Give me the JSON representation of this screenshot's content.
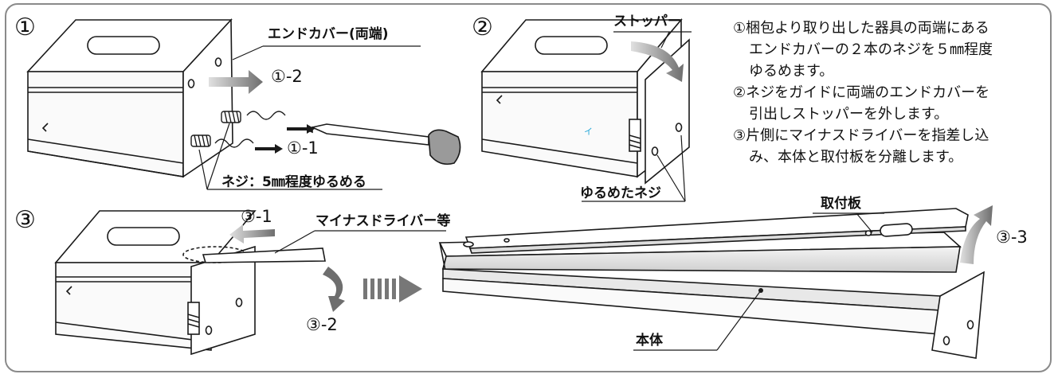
{
  "steps": {
    "s1": "①",
    "s2": "②",
    "s3": "③"
  },
  "labels": {
    "end_cover": "エンドカバー(両端)",
    "step_1_2": "①-2",
    "step_1_1": "①-1",
    "loosen_screw": "ネジ：5㎜程度ゆるめる",
    "stopper": "ストッパー",
    "loosened_screw": "ゆるめたネジ",
    "step_3_1": "③-1",
    "flathead_driver": "マイナスドライバー等",
    "step_3_2": "③-2",
    "mounting_plate": "取付板",
    "step_3_3": "③-3",
    "main_body": "本体",
    "mark_i": "イ"
  },
  "instructions": [
    "①梱包より取り出した器具の両端にある",
    "エンドカバーの２本のネジを５㎜程度",
    "ゆるめます。",
    "②ネジをガイドに両端のエンドカバーを",
    "引出しストッパーを外します。",
    "③片側にマイナスドライバーを指差し込",
    "み、本体と取付板を分離します。"
  ],
  "colors": {
    "frame": "#8a8a8a",
    "arrow": "#7a7a7a",
    "line": "#1a1a1a"
  }
}
